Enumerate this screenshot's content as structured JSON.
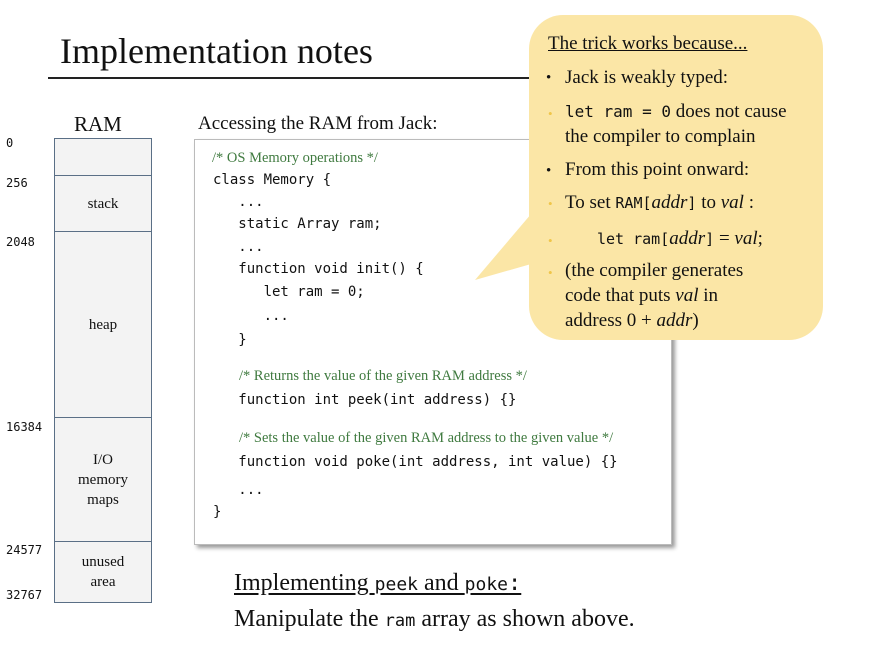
{
  "title": "Implementation notes",
  "ram": {
    "label": "RAM",
    "addresses": [
      "0",
      "256",
      "2048",
      "16384",
      "24577",
      "32767"
    ],
    "segments": [
      "",
      "stack",
      "heap",
      "I/O\nmemory\nmaps",
      "unused\narea"
    ]
  },
  "code": {
    "heading": "Accessing the RAM from Jack:",
    "lines": [
      {
        "kind": "comment",
        "text": "/* OS Memory operations  */"
      },
      {
        "kind": "code",
        "text": "class Memory {"
      },
      {
        "kind": "code",
        "text": "   ..."
      },
      {
        "kind": "code",
        "text": "   static Array ram;"
      },
      {
        "kind": "code",
        "text": "   ..."
      },
      {
        "kind": "code",
        "text": "   function void init() {"
      },
      {
        "kind": "code",
        "text": "      let ram = 0;"
      },
      {
        "kind": "code",
        "text": "      ..."
      },
      {
        "kind": "code",
        "text": "   }"
      },
      {
        "kind": "comment",
        "text": "/* Returns the value of the given RAM address */"
      },
      {
        "kind": "code",
        "text": "   function int peek(int address) {}"
      },
      {
        "kind": "comment",
        "text": "/* Sets the value of the given RAM address to the given value */"
      },
      {
        "kind": "code",
        "text": "   function void poke(int address, int value) {}"
      },
      {
        "kind": "code",
        "text": "   ..."
      },
      {
        "kind": "code",
        "text": "}"
      }
    ]
  },
  "callout": {
    "title": "The trick works because...",
    "weakly_typed": "Jack is weakly typed:",
    "let_code": "let ram = 0",
    "no_complain_1": " does not cause",
    "no_complain_2": "the compiler to complain",
    "onward": "From this point onward:",
    "to_set_prefix": "To set ",
    "ram_code": "RAM",
    "addr_bracket_open": "[",
    "addr_var": "addr",
    "addr_bracket_close": "]",
    "to_word": " to ",
    "val_var": "val",
    "colon": " :",
    "let_ram_code": "let ram",
    "val_eq": " = ",
    "val_var2": "val",
    "semicolon": ";",
    "gen_line1": "(the compiler generates",
    "gen_line2_prefix": "code that puts ",
    "gen_line2_var": "val",
    "gen_line2_suffix": " in",
    "gen_line3_prefix": "address 0 + ",
    "gen_line3_var": "addr",
    "gen_line3_suffix": ")"
  },
  "footer": {
    "heading_pre": "Implementing ",
    "heading_peek": "peek",
    "heading_and": " and ",
    "heading_poke": "poke",
    "heading_colon": ":",
    "body_pre": "Manipulate the ",
    "body_code": "ram",
    "body_post": " array as shown above."
  },
  "colors": {
    "callout_fill": "#fbe6a6",
    "comment_green": "#3f7a3f",
    "ram_border": "#5a6f86"
  }
}
